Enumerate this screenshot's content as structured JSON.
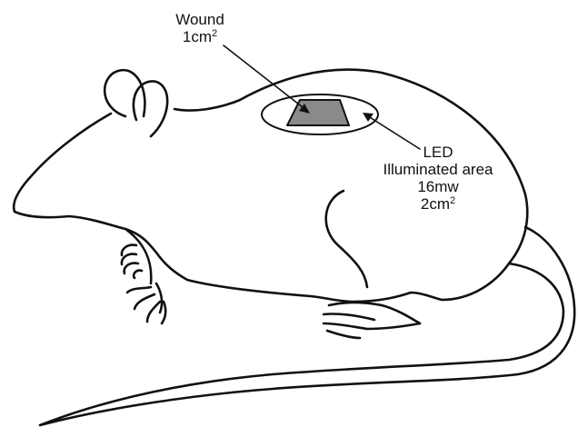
{
  "wound": {
    "name": "Wound",
    "size_value": "1cm",
    "size_exponent": "2"
  },
  "led": {
    "name": "LED",
    "area_label": "Illuminated area",
    "power": "16mw",
    "size_value": "2cm",
    "size_exponent": "2"
  },
  "colors": {
    "line": "#111111",
    "wound_fill": "#8a8a8a",
    "background": "#ffffff"
  }
}
